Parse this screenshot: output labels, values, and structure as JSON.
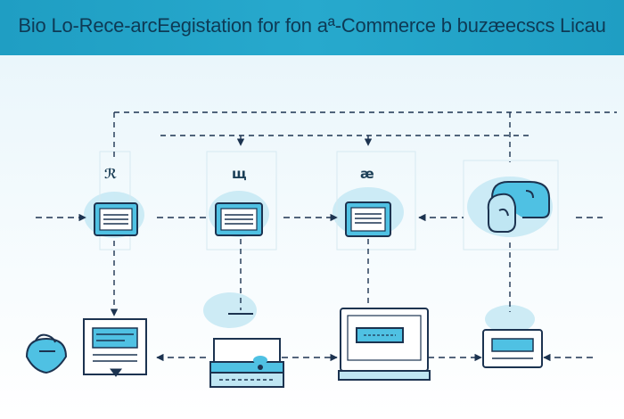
{
  "title": "Bio Lo-Rece-arcEegistation for fon aª-Commerce b buzæecscs Licau",
  "colors": {
    "header_bg": "#22a3c8",
    "title_text": "#0e3a55",
    "line_dark": "#1c3350",
    "accent_blue": "#4fc1e3",
    "accent_pale": "#bfe6f3"
  },
  "node_glyphs": {
    "node1": "ℛ",
    "node2": "щ",
    "node3": "æ"
  },
  "icons": {
    "header_left": "document-box-icon",
    "header_mid": "document-box-icon",
    "header_right": "document-box-icon",
    "right_top": "packet-hand-icon",
    "left_bottom": "bag-icon",
    "bottom_1": "form-window-icon",
    "bottom_2": "server-icon",
    "bottom_3": "monitor-icon",
    "bottom_4": "card-screen-icon"
  }
}
